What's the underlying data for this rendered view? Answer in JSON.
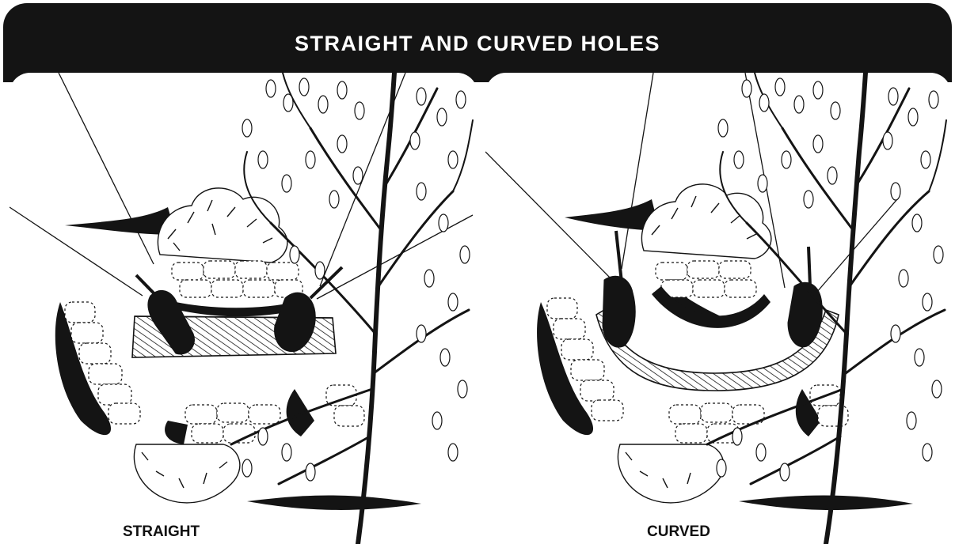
{
  "title": "STRAIGHT AND CURVED HOLES",
  "panels": [
    {
      "caption": "STRAIGHT",
      "hole_shape": "straight",
      "icon": "straight-hole-illustration"
    },
    {
      "caption": "CURVED",
      "hole_shape": "curved",
      "icon": "curved-hole-illustration"
    }
  ],
  "colors": {
    "ink": "#141414",
    "paper": "#ffffff"
  }
}
